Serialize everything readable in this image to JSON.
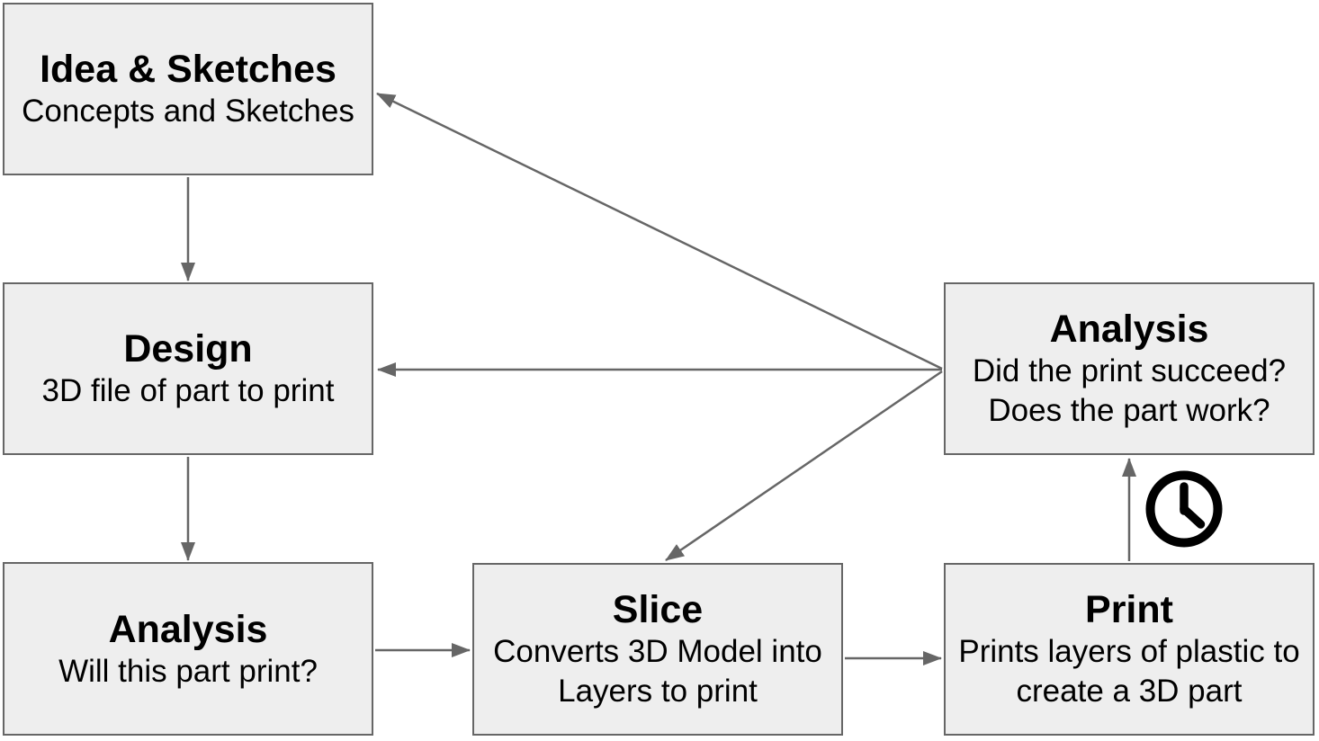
{
  "diagram": {
    "colors": {
      "background": "#ffffff",
      "box_fill": "#eeeeee",
      "box_border": "#666666",
      "arrow": "#666666",
      "text": "#000000",
      "clock_icon": "#000000"
    },
    "nodes": {
      "idea": {
        "title": "Idea & Sketches",
        "desc_lines": [
          "Concepts and Sketches"
        ]
      },
      "design": {
        "title": "Design",
        "desc_lines": [
          "3D file of part to print"
        ]
      },
      "analysis_pre": {
        "title": "Analysis",
        "desc_lines": [
          "Will this part print?"
        ]
      },
      "slice": {
        "title": "Slice",
        "desc_lines": [
          "Converts 3D Model into",
          "Layers to print"
        ]
      },
      "print": {
        "title": "Print",
        "desc_lines": [
          "Prints layers of plastic to",
          "create a 3D part"
        ]
      },
      "analysis_post": {
        "title": "Analysis",
        "desc_lines": [
          "Did the print succeed?",
          "Does the part work?"
        ]
      }
    },
    "edges": [
      {
        "from": "idea",
        "to": "design"
      },
      {
        "from": "design",
        "to": "analysis_pre"
      },
      {
        "from": "analysis_pre",
        "to": "slice"
      },
      {
        "from": "slice",
        "to": "print"
      },
      {
        "from": "print",
        "to": "analysis_post",
        "icon": "clock-icon"
      },
      {
        "from": "analysis_post",
        "to": "design"
      },
      {
        "from": "analysis_post",
        "to": "idea"
      },
      {
        "from": "analysis_post",
        "to": "slice"
      }
    ]
  }
}
